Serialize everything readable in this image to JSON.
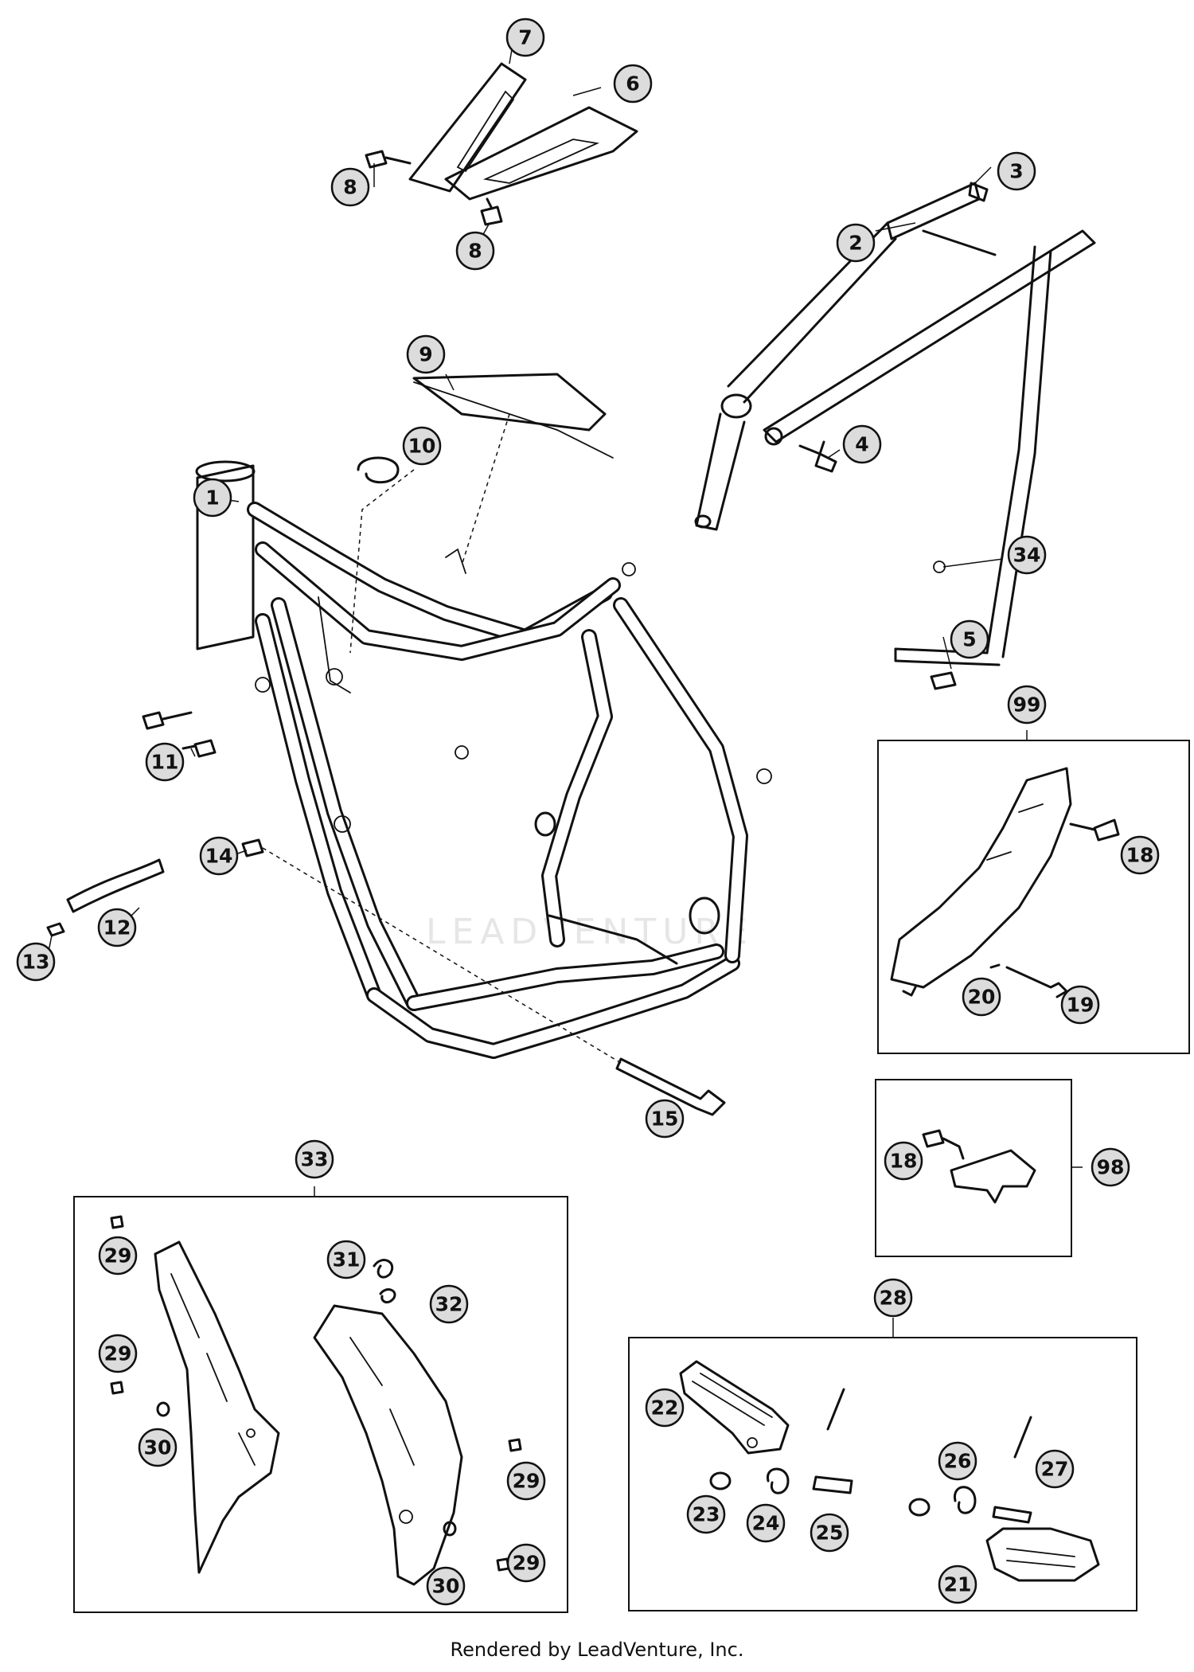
{
  "watermark": "LEADVENTURE",
  "footer": "Rendered by LeadVenture, Inc.",
  "callouts": [
    {
      "id": "c1",
      "label": "1"
    },
    {
      "id": "c2",
      "label": "2"
    },
    {
      "id": "c3",
      "label": "3"
    },
    {
      "id": "c4",
      "label": "4"
    },
    {
      "id": "c5",
      "label": "5"
    },
    {
      "id": "c6",
      "label": "6"
    },
    {
      "id": "c7",
      "label": "7"
    },
    {
      "id": "c8a",
      "label": "8"
    },
    {
      "id": "c8b",
      "label": "8"
    },
    {
      "id": "c9",
      "label": "9"
    },
    {
      "id": "c10",
      "label": "10"
    },
    {
      "id": "c11",
      "label": "11"
    },
    {
      "id": "c12",
      "label": "12"
    },
    {
      "id": "c13",
      "label": "13"
    },
    {
      "id": "c14",
      "label": "14"
    },
    {
      "id": "c15",
      "label": "15"
    },
    {
      "id": "c34",
      "label": "34"
    },
    {
      "id": "c99",
      "label": "99"
    },
    {
      "id": "c18a",
      "label": "18"
    },
    {
      "id": "c19",
      "label": "19"
    },
    {
      "id": "c20",
      "label": "20"
    },
    {
      "id": "c98",
      "label": "98"
    },
    {
      "id": "c18b",
      "label": "18"
    },
    {
      "id": "c33",
      "label": "33"
    },
    {
      "id": "c29a",
      "label": "29"
    },
    {
      "id": "c29b",
      "label": "29"
    },
    {
      "id": "c29c",
      "label": "29"
    },
    {
      "id": "c29d",
      "label": "29"
    },
    {
      "id": "c30a",
      "label": "30"
    },
    {
      "id": "c30b",
      "label": "30"
    },
    {
      "id": "c31",
      "label": "31"
    },
    {
      "id": "c32",
      "label": "32"
    },
    {
      "id": "c28",
      "label": "28"
    },
    {
      "id": "c22",
      "label": "22"
    },
    {
      "id": "c23",
      "label": "23"
    },
    {
      "id": "c24",
      "label": "24"
    },
    {
      "id": "c25",
      "label": "25"
    },
    {
      "id": "c26",
      "label": "26"
    },
    {
      "id": "c27",
      "label": "27"
    },
    {
      "id": "c21",
      "label": "21"
    }
  ]
}
